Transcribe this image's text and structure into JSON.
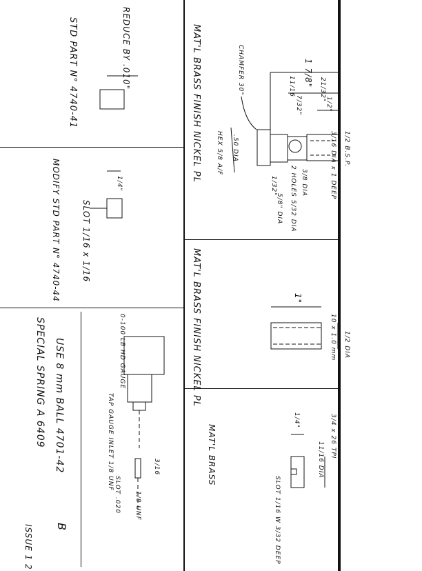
{
  "panel_a": {
    "note": "REDUCE BY .010\"",
    "part": "STD PART N° 4740-41"
  },
  "panel_b": {
    "part": "MODIFY STD PART N° 4740-44",
    "slot": "SLOT 1/16 x 1/16",
    "dim": "1/4\""
  },
  "panel_c": {
    "material": "MAT'L BRASS  FINISH NICKEL PL",
    "chamfer": "CHAMFER 30°",
    "overall": "1 7/8\"",
    "d1": "11/16",
    "d2": "21/32\"",
    "d3": "7/32\"",
    "d4": "1/2\"",
    "dia50": ".50 DIA",
    "hex": "HEX 5/8 A/F",
    "holes": "2 HOLES 5/32 DIA",
    "dia38": "3/8 DIA",
    "d132": "1/32\"",
    "dia58": "5/8\" DIA",
    "bsp": "1/2 B.S.P.",
    "bore": "3/16 DIA x 1 DEEP"
  },
  "panel_d": {
    "material": "MAT'L BRASS FINISH NICKEL PL",
    "length": "1\"",
    "bore": "10 x 1.0 mm",
    "dia": "1/2 DIA"
  },
  "panel_e": {
    "material": "MAT'L BRASS",
    "width": "1/4\"",
    "thread": "3/4 x 26 TPI",
    "dia": "11/16 DIA",
    "slot": "SLOT 1/16 W 3/32 DEEP"
  },
  "panel_f": {
    "gauge": "0-100 LB HD GAUGE",
    "tap": "TAP GAUGE INLET 1/8 UNF",
    "slot": "SLOT .020",
    "d": "3/16",
    "unf": "1/8 UNF"
  },
  "notes": {
    "ball": "USE 8 mm BALL   4701-42",
    "rev": "B",
    "spring": "SPECIAL SPRING   A 6409",
    "issue": "ISSUE 1 2"
  }
}
